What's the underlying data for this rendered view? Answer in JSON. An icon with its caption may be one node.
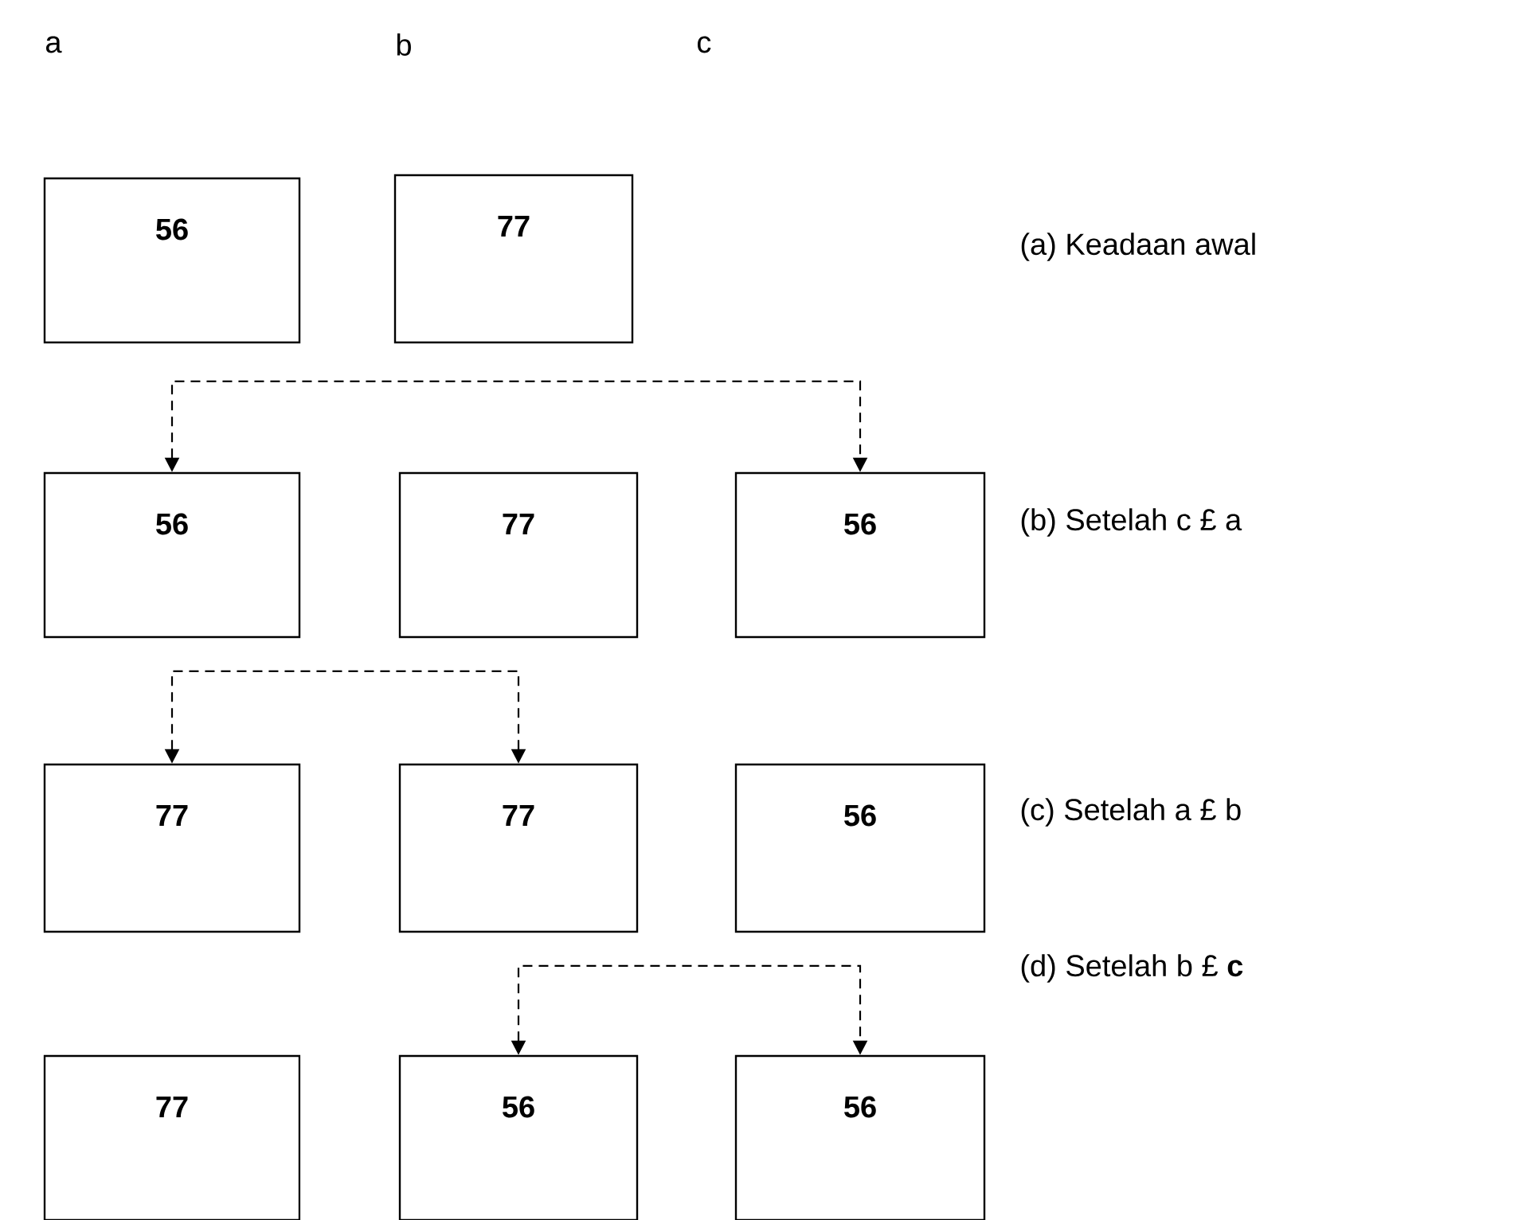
{
  "diagram": {
    "nodes": [
      {
        "text": [
          "56"
        ]
      },
      {
        "text": [
          "77"
        ]
      },
      {
        "text": [
          "56"
        ]
      },
      {
        "text": [
          "77"
        ]
      },
      {
        "text": [
          "56"
        ]
      },
      {
        "text": [
          "77"
        ]
      },
      {
        "text": [
          "77"
        ]
      },
      {
        "text": [
          "56"
        ]
      },
      {
        "text": [
          "77"
        ]
      },
      {
        "text": [
          "56"
        ]
      },
      {
        "text": [
          "56"
        ]
      }
    ],
    "edges": [
      {
        "from": 2,
        "to": 4,
        "arrow": "both",
        "style": "dashed"
      },
      {
        "from": 5,
        "to": 6,
        "arrow": "both",
        "style": "dashed"
      },
      {
        "from": 9,
        "to": 10,
        "arrow": "both",
        "style": "dashed"
      }
    ],
    "labels": [
      "a",
      "b",
      "c",
      "(a) Keadaan awal",
      "(b) Setelah c £ a",
      "(c) Setelah a £ b",
      "(d) Setelah b £ **c**"
    ]
  }
}
